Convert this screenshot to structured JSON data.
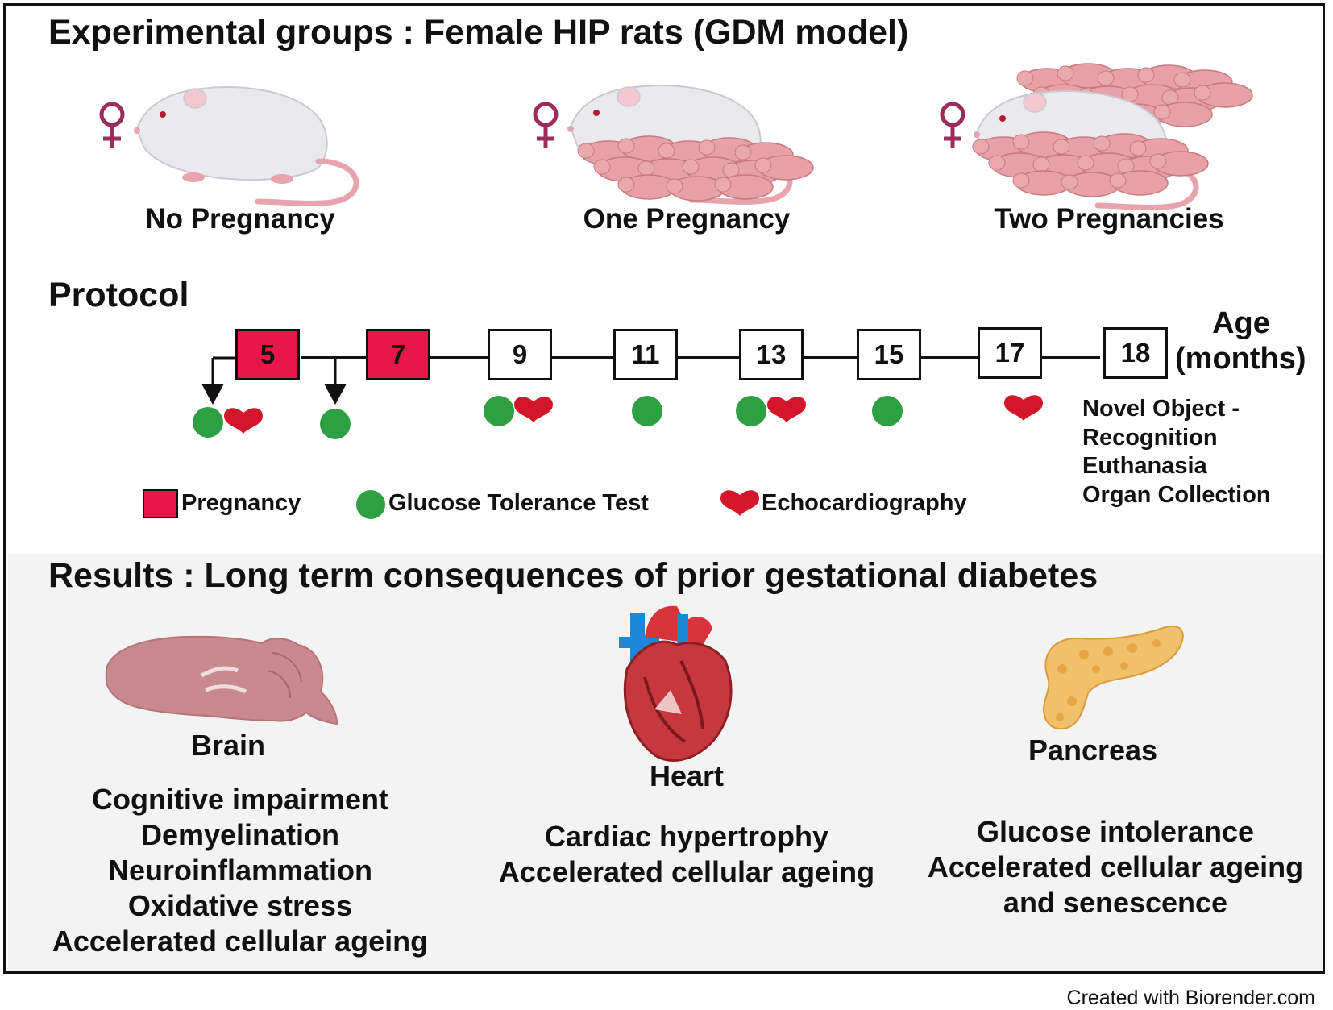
{
  "header": {
    "title": "Experimental groups : Female HIP rats (GDM model)"
  },
  "groups": [
    {
      "label": "No Pregnancy",
      "icon": "female-symbol-icon"
    },
    {
      "label": "One Pregnancy",
      "icon": "female-symbol-icon"
    },
    {
      "label": "Two Pregnancies",
      "icon": "female-symbol-icon"
    }
  ],
  "protocol": {
    "title": "Protocol",
    "age_label_line1": "Age",
    "age_label_line2": "(months)",
    "timepoints": [
      {
        "month": "5",
        "pregnancy": true,
        "glucose": true,
        "echo": true
      },
      {
        "month": "7",
        "pregnancy": true,
        "glucose": true,
        "echo": false
      },
      {
        "month": "9",
        "pregnancy": false,
        "glucose": true,
        "echo": true
      },
      {
        "month": "11",
        "pregnancy": false,
        "glucose": true,
        "echo": false
      },
      {
        "month": "13",
        "pregnancy": false,
        "glucose": true,
        "echo": true
      },
      {
        "month": "15",
        "pregnancy": false,
        "glucose": true,
        "echo": false
      },
      {
        "month": "17",
        "pregnancy": false,
        "glucose": false,
        "echo": true
      },
      {
        "month": "18",
        "pregnancy": false,
        "glucose": false,
        "echo": false
      }
    ],
    "final_notes": [
      "Novel Object -",
      "Recognition",
      "Euthanasia",
      "Organ Collection"
    ],
    "legend": {
      "pregnancy": "Pregnancy",
      "glucose": "Glucose Tolerance Test",
      "echo": "Echocardiography"
    },
    "colors": {
      "pregnancy": "#e8174a",
      "glucose": "#2ea043",
      "echo": "#d3162b"
    }
  },
  "results": {
    "title": "Results : Long term consequences of prior gestational diabetes",
    "organs": [
      {
        "name": "Brain",
        "findings": [
          "Cognitive impairment",
          "Demyelination",
          "Neuroinflammation",
          "Oxidative stress",
          "Accelerated cellular ageing"
        ]
      },
      {
        "name": "Heart",
        "findings": [
          "Cardiac hypertrophy",
          "Accelerated cellular ageing"
        ]
      },
      {
        "name": "Pancreas",
        "findings": [
          "Glucose intolerance",
          "Accelerated cellular ageing",
          "and senescence"
        ]
      }
    ]
  },
  "footer": {
    "credit": "Created with Biorender.com"
  }
}
